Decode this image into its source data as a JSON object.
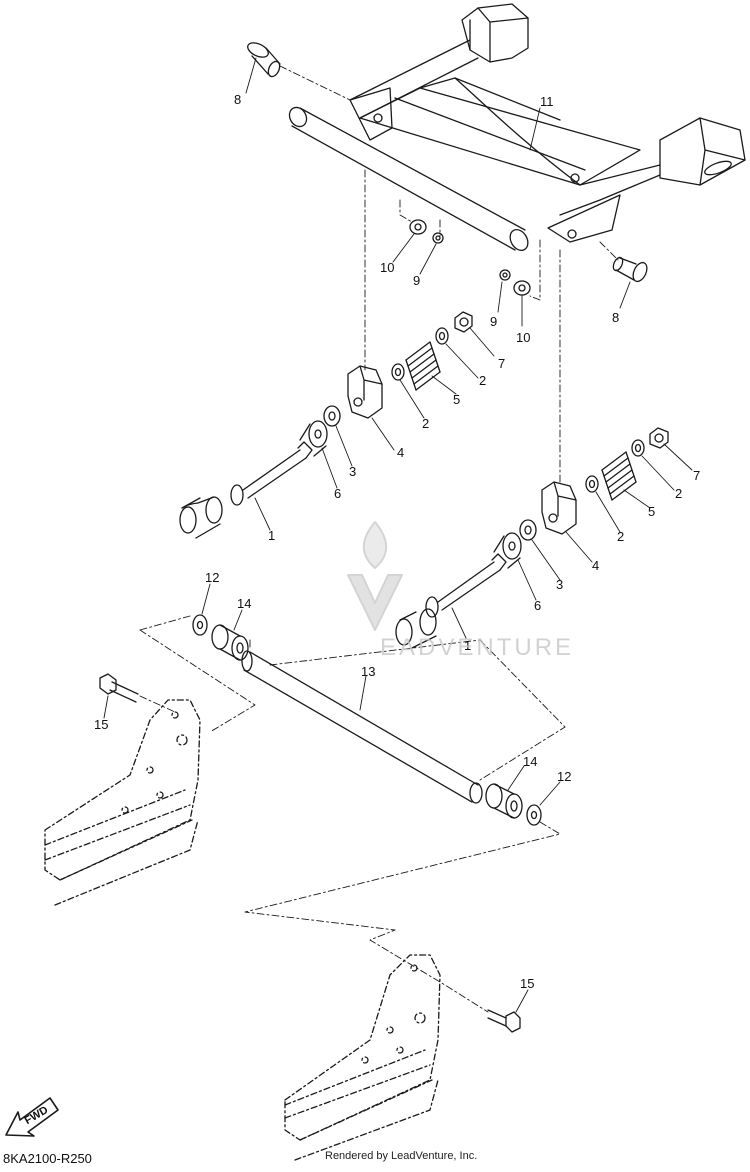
{
  "diagram_code": "8KA2100-R250",
  "footer_credit": "Rendered by LeadVenture, Inc.",
  "watermark_text": "EADVENTURE",
  "fwd_label": "FWD",
  "colors": {
    "line": "#1a1a1a",
    "watermark": "#cfcfcf",
    "background": "#ffffff"
  },
  "callouts": [
    {
      "id": "c8a",
      "label": "8"
    },
    {
      "id": "c11",
      "label": "11"
    },
    {
      "id": "c10a",
      "label": "10"
    },
    {
      "id": "c9a",
      "label": "9"
    },
    {
      "id": "c9b",
      "label": "9"
    },
    {
      "id": "c10b",
      "label": "10"
    },
    {
      "id": "c8b",
      "label": "8"
    },
    {
      "id": "c7a",
      "label": "7"
    },
    {
      "id": "c2a",
      "label": "2"
    },
    {
      "id": "c5a",
      "label": "5"
    },
    {
      "id": "c2b",
      "label": "2"
    },
    {
      "id": "c4a",
      "label": "4"
    },
    {
      "id": "c3a",
      "label": "3"
    },
    {
      "id": "c6a",
      "label": "6"
    },
    {
      "id": "c1a",
      "label": "1"
    },
    {
      "id": "c7b",
      "label": "7"
    },
    {
      "id": "c2c",
      "label": "2"
    },
    {
      "id": "c5b",
      "label": "5"
    },
    {
      "id": "c2d",
      "label": "2"
    },
    {
      "id": "c4b",
      "label": "4"
    },
    {
      "id": "c3b",
      "label": "3"
    },
    {
      "id": "c6b",
      "label": "6"
    },
    {
      "id": "c1b",
      "label": "1"
    },
    {
      "id": "c12a",
      "label": "12"
    },
    {
      "id": "c14a",
      "label": "14"
    },
    {
      "id": "c13",
      "label": "13"
    },
    {
      "id": "c15a",
      "label": "15"
    },
    {
      "id": "c14b",
      "label": "14"
    },
    {
      "id": "c12b",
      "label": "12"
    },
    {
      "id": "c15b",
      "label": "15"
    }
  ]
}
